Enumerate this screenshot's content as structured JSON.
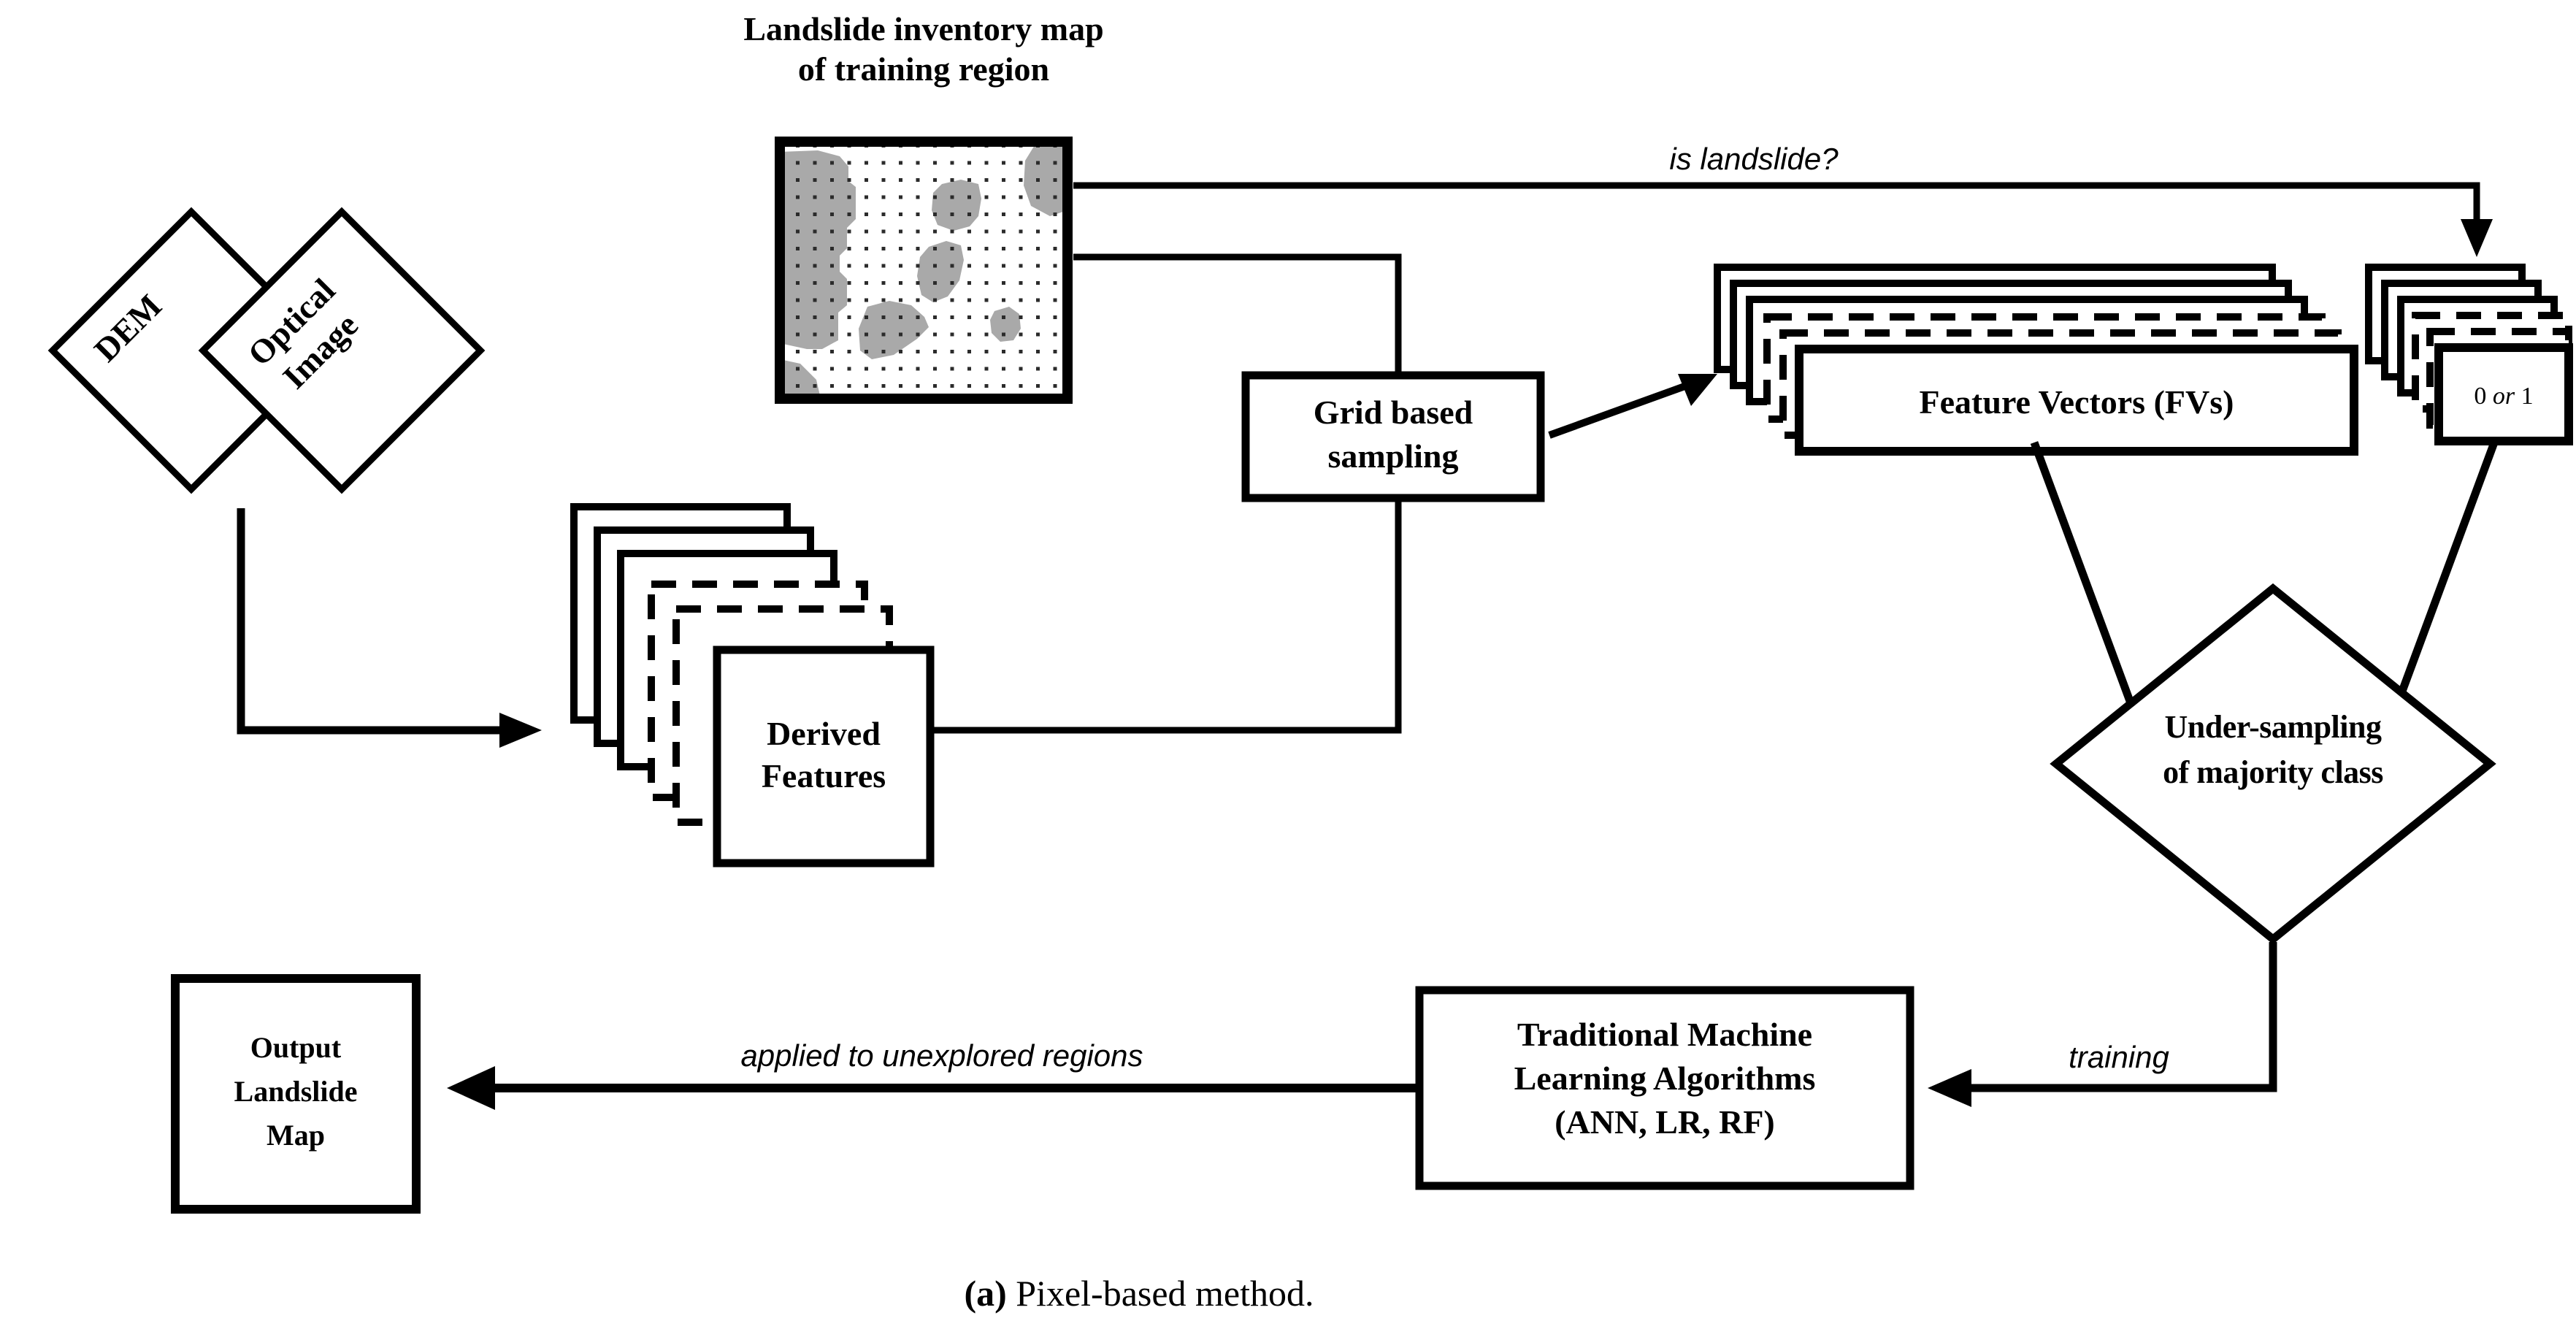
{
  "figure": {
    "caption_prefix": "(a)",
    "caption_text": " Pixel-based method.",
    "caption_full": "(a) Pixel-based method."
  },
  "inputs": {
    "dem_label": "DEM",
    "optical_label_line1": "Optical",
    "optical_label_line2": "Image"
  },
  "map": {
    "title_line1": "Landslide inventory map",
    "title_line2": "of training region",
    "title_full": "Landslide inventory map of training region",
    "landslide_color": "#a9a9a9",
    "background_color": "#ffffff",
    "border_color": "#000000",
    "grid_dot_color": "#2b2b2b"
  },
  "nodes": {
    "derived_features": {
      "line1": "Derived",
      "line2": "Features",
      "stack_solid_back": 3,
      "stack_dashed": 2
    },
    "grid_sampling": {
      "line1": "Grid based",
      "line2": "sampling"
    },
    "feature_vectors": {
      "label": "Feature Vectors (FVs)",
      "stack_solid_back": 3,
      "stack_dashed": 2
    },
    "labels_stack": {
      "value_prefix": "0 ",
      "value_or": "or",
      "value_suffix": " 1",
      "label": "0 or 1",
      "stack_solid_back": 3,
      "stack_dashed": 2
    },
    "under_sampling": {
      "line1": "Under-sampling",
      "line2": "of majority class"
    },
    "ml_algorithms": {
      "line1": "Traditional Machine",
      "line2": "Learning Algorithms",
      "line3": "(ANN, LR, RF)"
    },
    "output_map": {
      "line1": "Output",
      "line2": "Landslide",
      "line3": "Map"
    }
  },
  "edges": {
    "is_landslide": "is landslide?",
    "training": "training",
    "applied_to_unexplored": "applied to unexplored regions"
  }
}
